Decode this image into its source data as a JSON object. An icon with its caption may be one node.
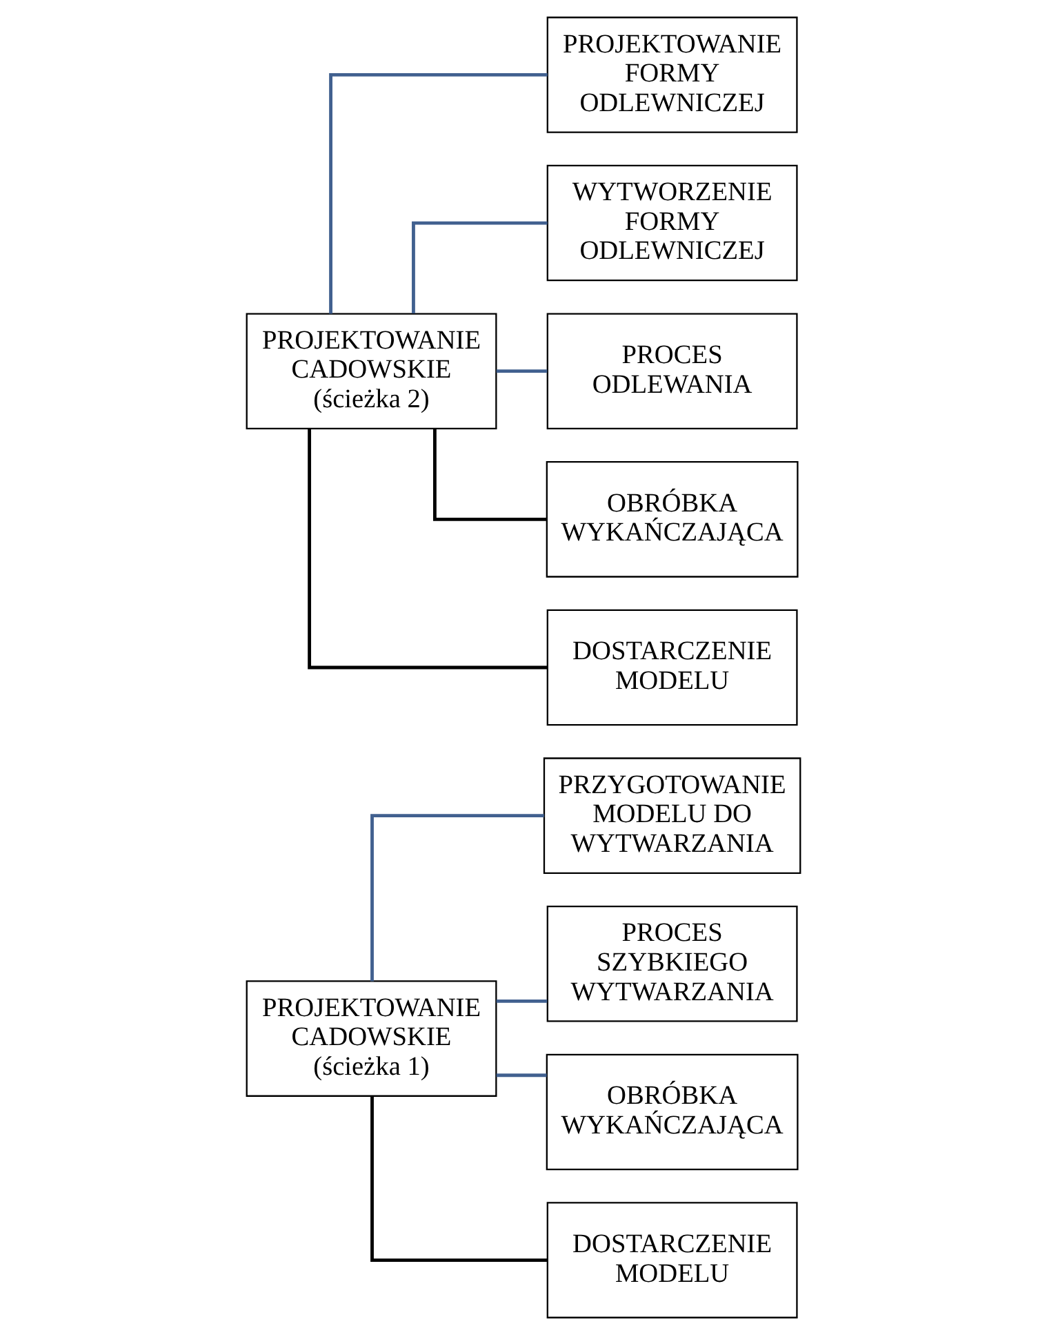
{
  "diagram": {
    "nodes": [
      {
        "text": [
          "PROJEKTOWANIE CADOWSKIE",
          "(ścieżka 1)"
        ]
      },
      {
        "text": [
          "PRZYGOTOWANIE MODELU DO WYTWARZANIA"
        ]
      },
      {
        "text": [
          "PROCES SZYBKIEGO WYTWARZANIA"
        ]
      },
      {
        "text": [
          "OBRÓBKA WYKAŃCZAJĄCA"
        ]
      },
      {
        "text": [
          "DOSTARCZENIE MODELU"
        ]
      },
      {
        "text": [
          "PROJEKTOWANIE CADOWSKIE",
          "(ścieżka 2)"
        ]
      },
      {
        "text": [
          "PROJEKTOWANIE FORMY ODLEWNICZEJ"
        ]
      },
      {
        "text": [
          "WYTWORZENIE FORMY ODLEWNICZEJ"
        ]
      },
      {
        "text": [
          "PROCES ODLEWANIA"
        ]
      },
      {
        "text": [
          "OBRÓBKA WYKAŃCZAJĄCA"
        ]
      },
      {
        "text": [
          "DOSTARCZENIE MODELU"
        ]
      }
    ],
    "edges": [
      {
        "from": 0,
        "to": 1,
        "arrow": "none"
      },
      {
        "from": 0,
        "to": 2,
        "arrow": "none"
      },
      {
        "from": 0,
        "to": 3,
        "arrow": "none"
      },
      {
        "from": 0,
        "to": 4,
        "arrow": "none",
        "color": "#000000"
      },
      {
        "from": 5,
        "to": 6,
        "arrow": "none"
      },
      {
        "from": 5,
        "to": 7,
        "arrow": "none"
      },
      {
        "from": 5,
        "to": 8,
        "arrow": "none"
      },
      {
        "from": 5,
        "to": 9,
        "arrow": "none",
        "color": "#000000"
      },
      {
        "from": 5,
        "to": 10,
        "arrow": "none",
        "color": "#000000"
      }
    ]
  }
}
